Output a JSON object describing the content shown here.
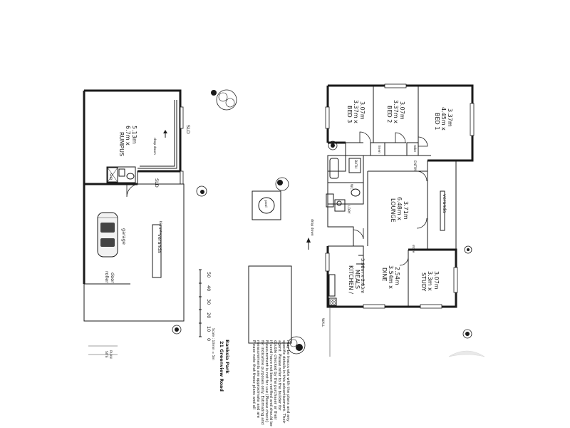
{
  "address": {
    "line1": "21 Greenview Road",
    "line2": "Banksia Park"
  },
  "scale": {
    "ticks": [
      "0",
      "10",
      "20",
      "30",
      "40",
      "50"
    ],
    "caption": "Scale : 10mm = 5m"
  },
  "disclaimer": [
    "Please note that these plans and all",
    "measurements are approximate and are",
    "for indicative purposes only. Estimating and",
    "Measurement is not for use (Please check)",
    "if used have not been verified and should be",
    "double checked by the purchaser or their",
    "agent. Please refer to the builder for",
    "specific details in this advertisement. Their",
    "may be inaccurate with the plans and any",
    "other error or omission."
  ],
  "rooms": {
    "bed3": {
      "name": "BED 3",
      "dims": [
        "3.37m x",
        "3.07m"
      ]
    },
    "bed2": {
      "name": "BED 2",
      "dims": [
        "3.37m x",
        "3.07m"
      ]
    },
    "bed1": {
      "name": "BED 1",
      "dims": [
        "4.45m x",
        "3.37m"
      ]
    },
    "lounge": {
      "name": "LOUNGE",
      "dims": [
        "6.48m x",
        "3.71m"
      ]
    },
    "dine": {
      "name": "DINE",
      "dims": [
        "3.54m x",
        "2.54m"
      ]
    },
    "study": {
      "name": "STUDY",
      "dims": [
        "3.3m x",
        "3.07m"
      ]
    },
    "kitchen": {
      "name": "KITCHEN /",
      "name2": "MEALS",
      "dims": "3.98m x 2.83m"
    },
    "rumpus": {
      "name": "RUMPUS",
      "dims": [
        "6.7m x",
        "5.13m"
      ]
    }
  },
  "labels": {
    "bath": "BATH",
    "wc": "WC",
    "ldry": "LDRY",
    "entry": "ENTRY",
    "veranda": "veranda",
    "veranda_out": "veranda",
    "garage": "garage",
    "roller_door": [
      "roller",
      "door"
    ],
    "big_gate": "big gate",
    "sld_top": "SLD",
    "sld_bottom": "SLD",
    "shr": "SHR",
    "drop_down": "drop down",
    "drop_down_2": "drop down",
    "linen": "linen",
    "robe": "robe",
    "store": "store",
    "wall_of_house": "WALL",
    "pool": "pool",
    "site_note": [
      "SITE",
      "PLAN"
    ]
  },
  "icons": [
    "tree-icon",
    "car-icon",
    "compass-logo"
  ]
}
